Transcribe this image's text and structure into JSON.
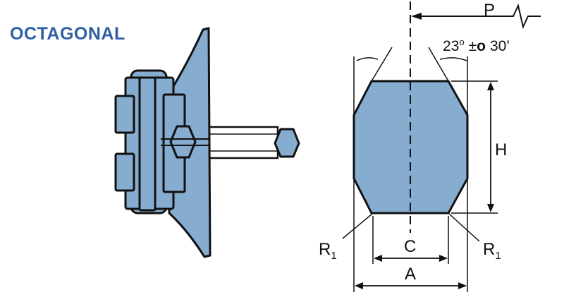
{
  "title": "OCTAGONAL",
  "colors": {
    "fill": "#86acd0",
    "outline": "#111111",
    "title": "#2f5fa4"
  },
  "labels": {
    "P": "P",
    "angle_value": "23",
    "angle_deg": "o",
    "angle_tol": "±",
    "angle_zero": "o",
    "angle_min": "30’",
    "H": "H",
    "C": "C",
    "A": "A",
    "R_left": "R",
    "R_left_sub": "1",
    "R_right": "R",
    "R_right_sub": "1"
  }
}
